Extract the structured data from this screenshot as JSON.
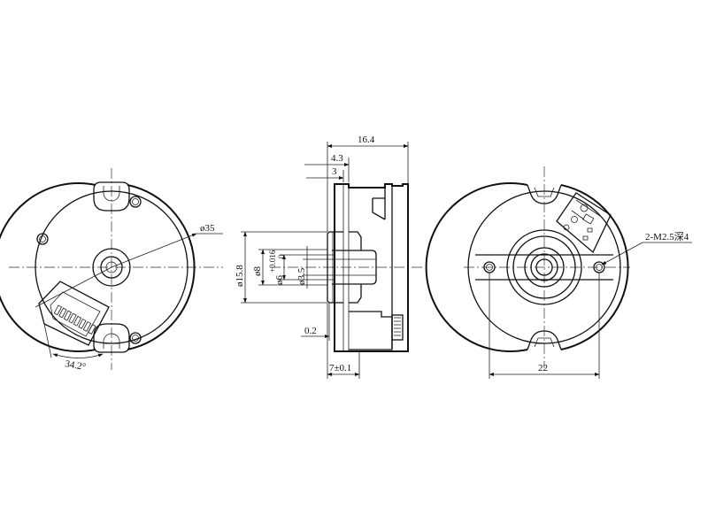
{
  "dimensions": {
    "front_od": "ø35",
    "angle": "34.2°",
    "side_width": "16.4",
    "side_4_3": "4.3",
    "side_3": "3",
    "dia_15_8": "ø15.8",
    "dia_8": "ø8",
    "dia_6": "ø6",
    "dia_6_tol_upper": "+0.016",
    "dia_6_tol_lower": "0",
    "dia_3_5": "ø3.5",
    "gap_0_2": "0.2",
    "len_7": "7±0.1",
    "rear_holes": "2-M2.5深4",
    "rear_spacing": "22"
  },
  "colors": {
    "line": "#111111",
    "background": "#ffffff"
  }
}
